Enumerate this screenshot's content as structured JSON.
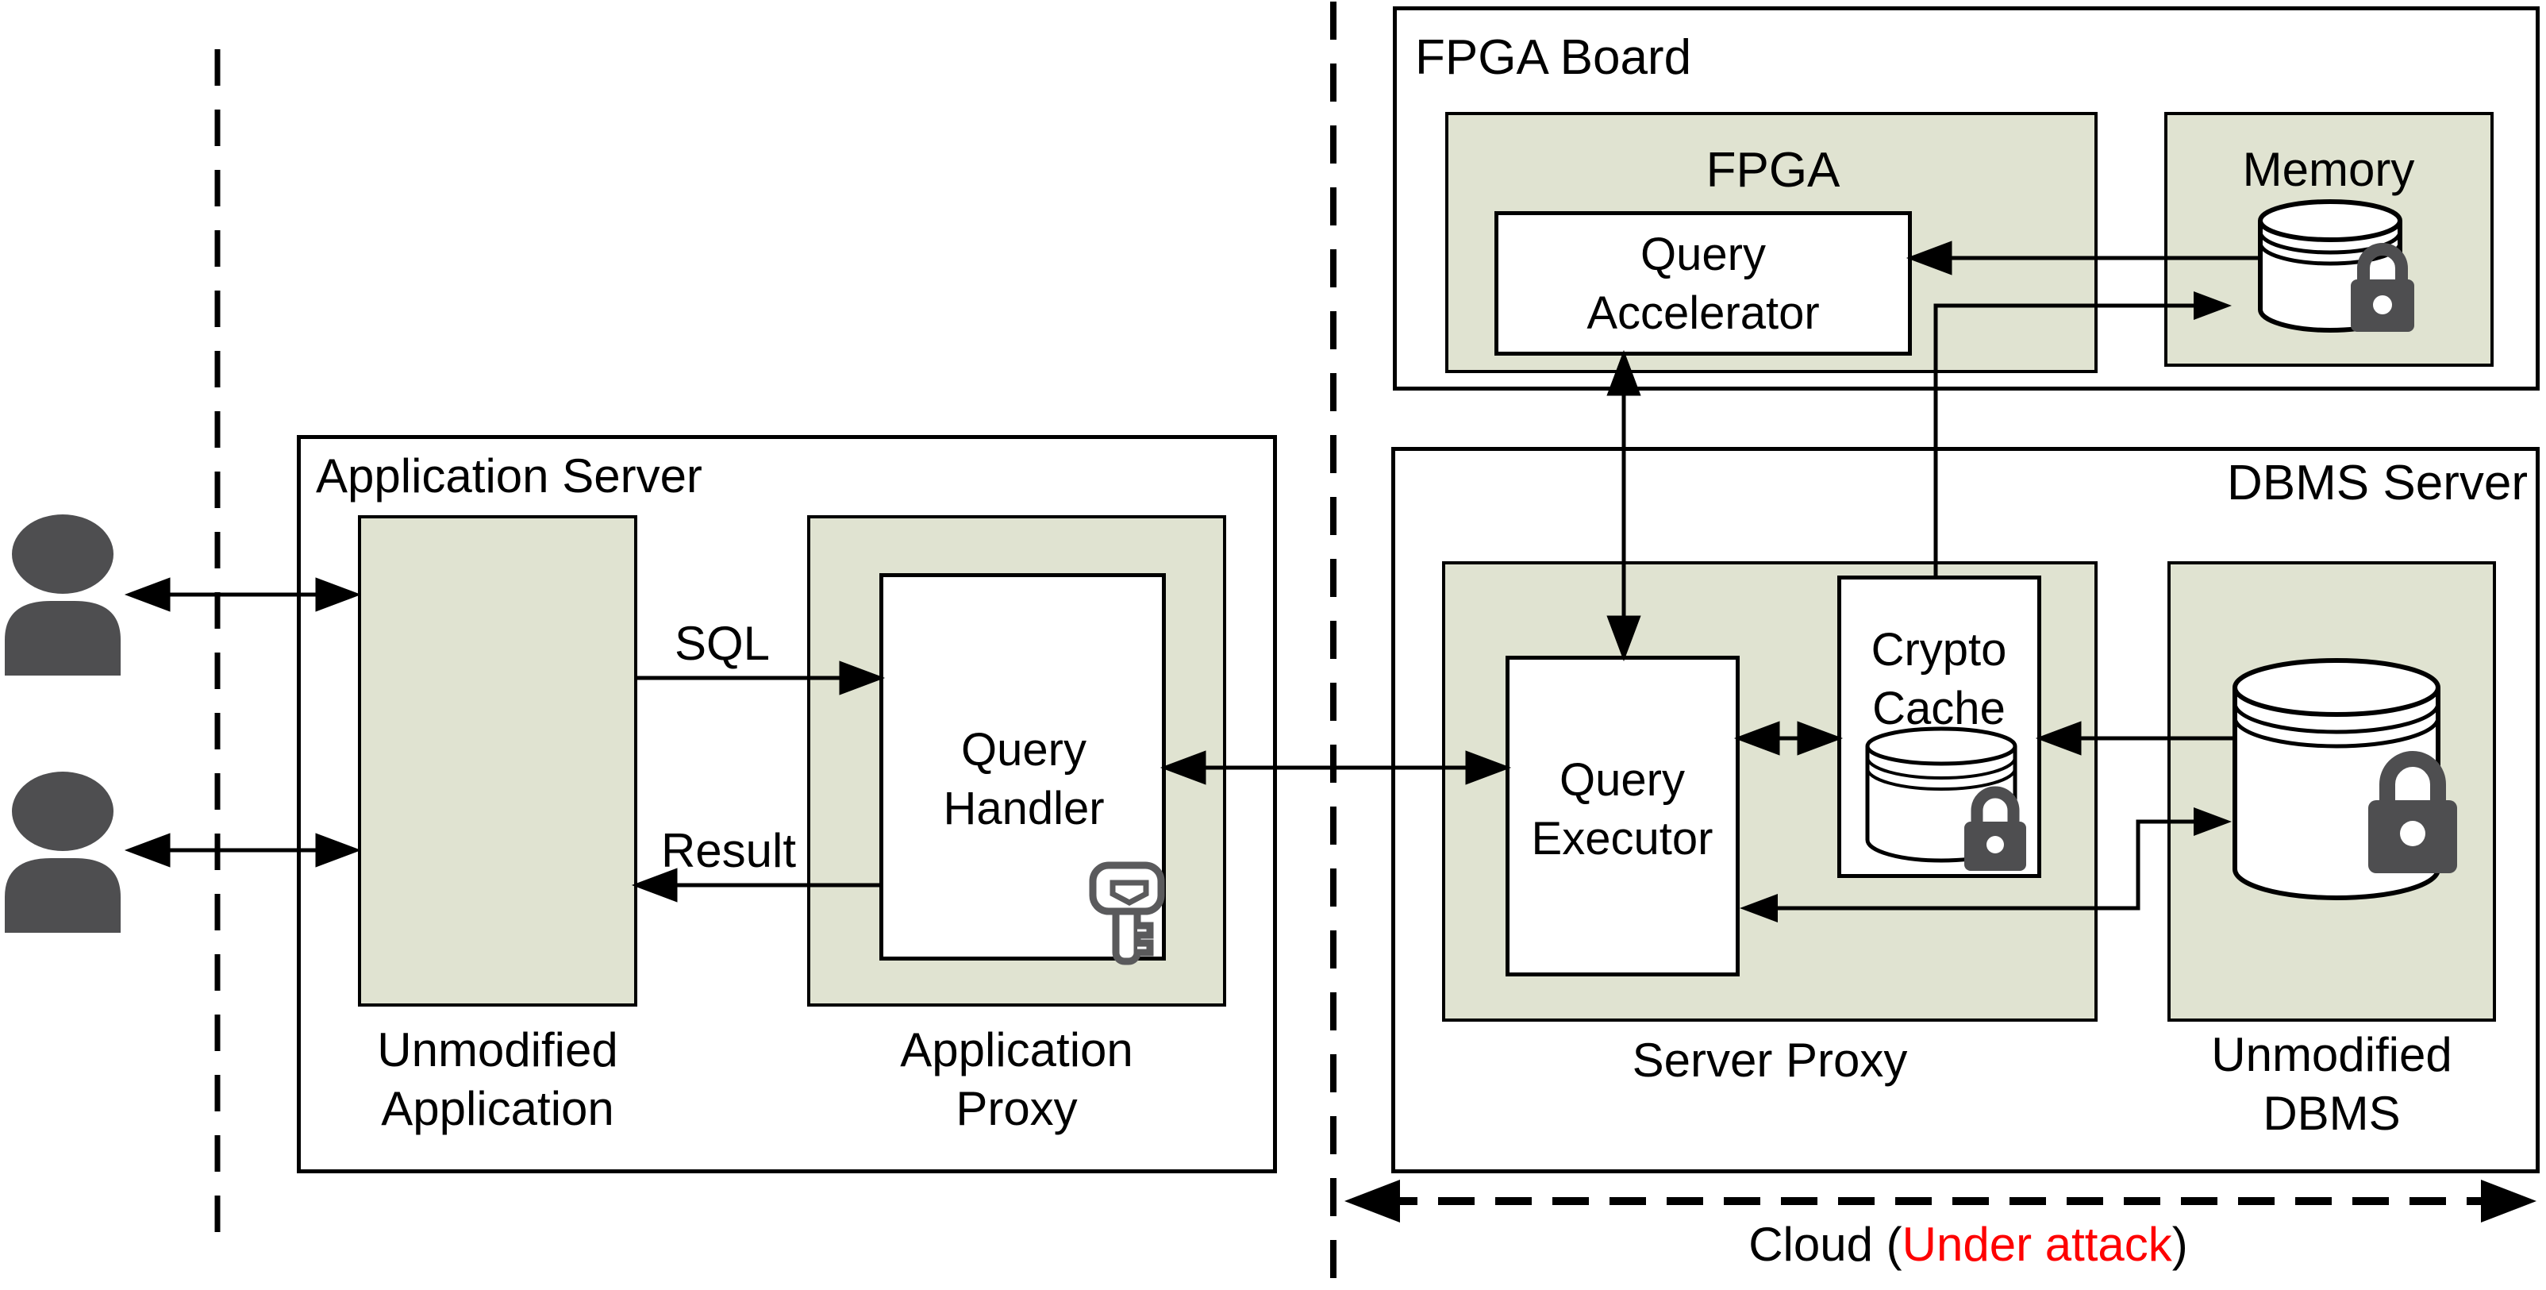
{
  "colors": {
    "box_fill_green": "#e0e3d1",
    "line_black": "#000000",
    "icon_dark_gray": "#4e4e50",
    "key_gray": "#5a5a5c",
    "attack_red": "#fe0000",
    "background": "#ffffff"
  },
  "app_server": {
    "title": "Application Server",
    "unmodified_app": {
      "label_line1": "Unmodified",
      "label_line2": "Application"
    },
    "app_proxy": {
      "label_line1": "Application",
      "label_line2": "Proxy",
      "query_handler": {
        "line1": "Query",
        "line2": "Handler"
      }
    },
    "sql_label": "SQL",
    "result_label": "Result"
  },
  "fpga_board": {
    "title": "FPGA Board",
    "fpga": {
      "title": "FPGA",
      "query_accelerator": {
        "line1": "Query",
        "line2": "Accelerator"
      }
    },
    "memory": {
      "title": "Memory"
    }
  },
  "dbms_server": {
    "title": "DBMS Server",
    "server_proxy": {
      "label": "Server Proxy",
      "query_executor": {
        "line1": "Query",
        "line2": "Executor"
      },
      "crypto_cache": {
        "line1": "Crypto",
        "line2": "Cache"
      }
    },
    "unmodified_dbms": {
      "label_line1": "Unmodified",
      "label_line2": "DBMS"
    }
  },
  "cloud": {
    "prefix": "Cloud (",
    "attack": "Under attack",
    "suffix": ")"
  },
  "icons": [
    "users-icon",
    "key-icon",
    "database-icon",
    "lock-icon"
  ]
}
